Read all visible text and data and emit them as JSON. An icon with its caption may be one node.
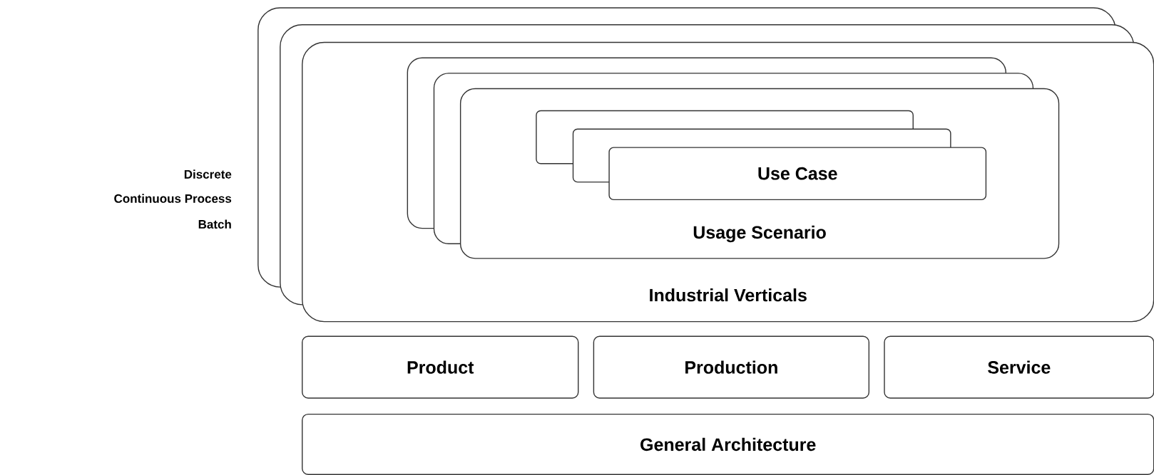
{
  "diagram": {
    "nodes": [
      {
        "text": [],
        "shape": "box"
      },
      {
        "text": [],
        "shape": "box"
      },
      {
        "text": [
          "Industrial Verticals"
        ]
      },
      {
        "text": [],
        "shape": "box",
        "in": 2
      },
      {
        "text": [],
        "shape": "box",
        "in": 2
      },
      {
        "text": [
          "Usage Scenario"
        ],
        "in": 2
      },
      {
        "text": [],
        "shape": "box"
      },
      {
        "text": [],
        "shape": "box"
      },
      {
        "text": [
          "Use Case"
        ]
      },
      {
        "text": [
          "Product"
        ]
      },
      {
        "text": [
          "Production"
        ]
      },
      {
        "text": [
          "Service"
        ]
      },
      {
        "text": [
          "General Architecture"
        ]
      }
    ],
    "labels": [
      "Discrete",
      "Continuous Process",
      "Batch"
    ]
  }
}
